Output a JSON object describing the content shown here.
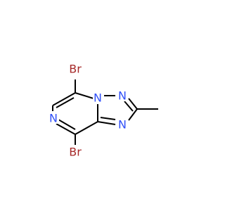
{
  "molecule": {
    "atoms": [
      {
        "id": "br-top",
        "symbol": "Br",
        "color": "#a62929"
      },
      {
        "id": "br-bottom",
        "symbol": "Br",
        "color": "#a62929"
      },
      {
        "id": "n-pyrazine",
        "symbol": "N",
        "color": "#3050f8"
      },
      {
        "id": "n-bridge",
        "symbol": "N",
        "color": "#3050f8"
      },
      {
        "id": "n-triazole-top",
        "symbol": "N",
        "color": "#3050f8"
      },
      {
        "id": "n-triazole-bottom",
        "symbol": "N",
        "color": "#3050f8"
      }
    ],
    "bond_color": "#000000"
  }
}
